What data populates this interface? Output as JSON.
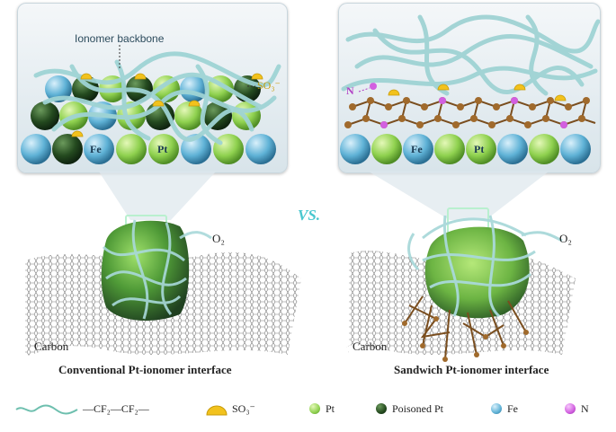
{
  "left_inset": {
    "backbone_label": "Ionomer backbone",
    "sulfonate_label": "SO₃⁻",
    "fe_label": "Fe",
    "pt_label": "Pt"
  },
  "right_inset": {
    "n_label": "N",
    "fe_label": "Fe",
    "pt_label": "Pt"
  },
  "comparison_label": "VS.",
  "left_scene": {
    "oxygen_label": "O₂",
    "carbon_label": "Carbon",
    "caption": "Conventional Pt-ionomer interface"
  },
  "right_scene": {
    "oxygen_label": "O₂",
    "carbon_label": "Carbon",
    "caption": "Sandwich Pt-ionomer interface"
  },
  "legend": {
    "chain_formula": "—CF₂—CF₂—",
    "sulfonate": "SO₃⁻",
    "pt": "Pt",
    "poisoned_pt": "Poisoned Pt",
    "fe": "Fe",
    "n": "N"
  },
  "colors": {
    "pt": "#8fd14f",
    "poisoned_pt": "#244a1f",
    "fe": "#5fb2d6",
    "n": "#d25fe0",
    "ionomer": "#a9d9da",
    "sulfonate": "#f2c21d",
    "carbon_shell": "#9b6a32"
  }
}
